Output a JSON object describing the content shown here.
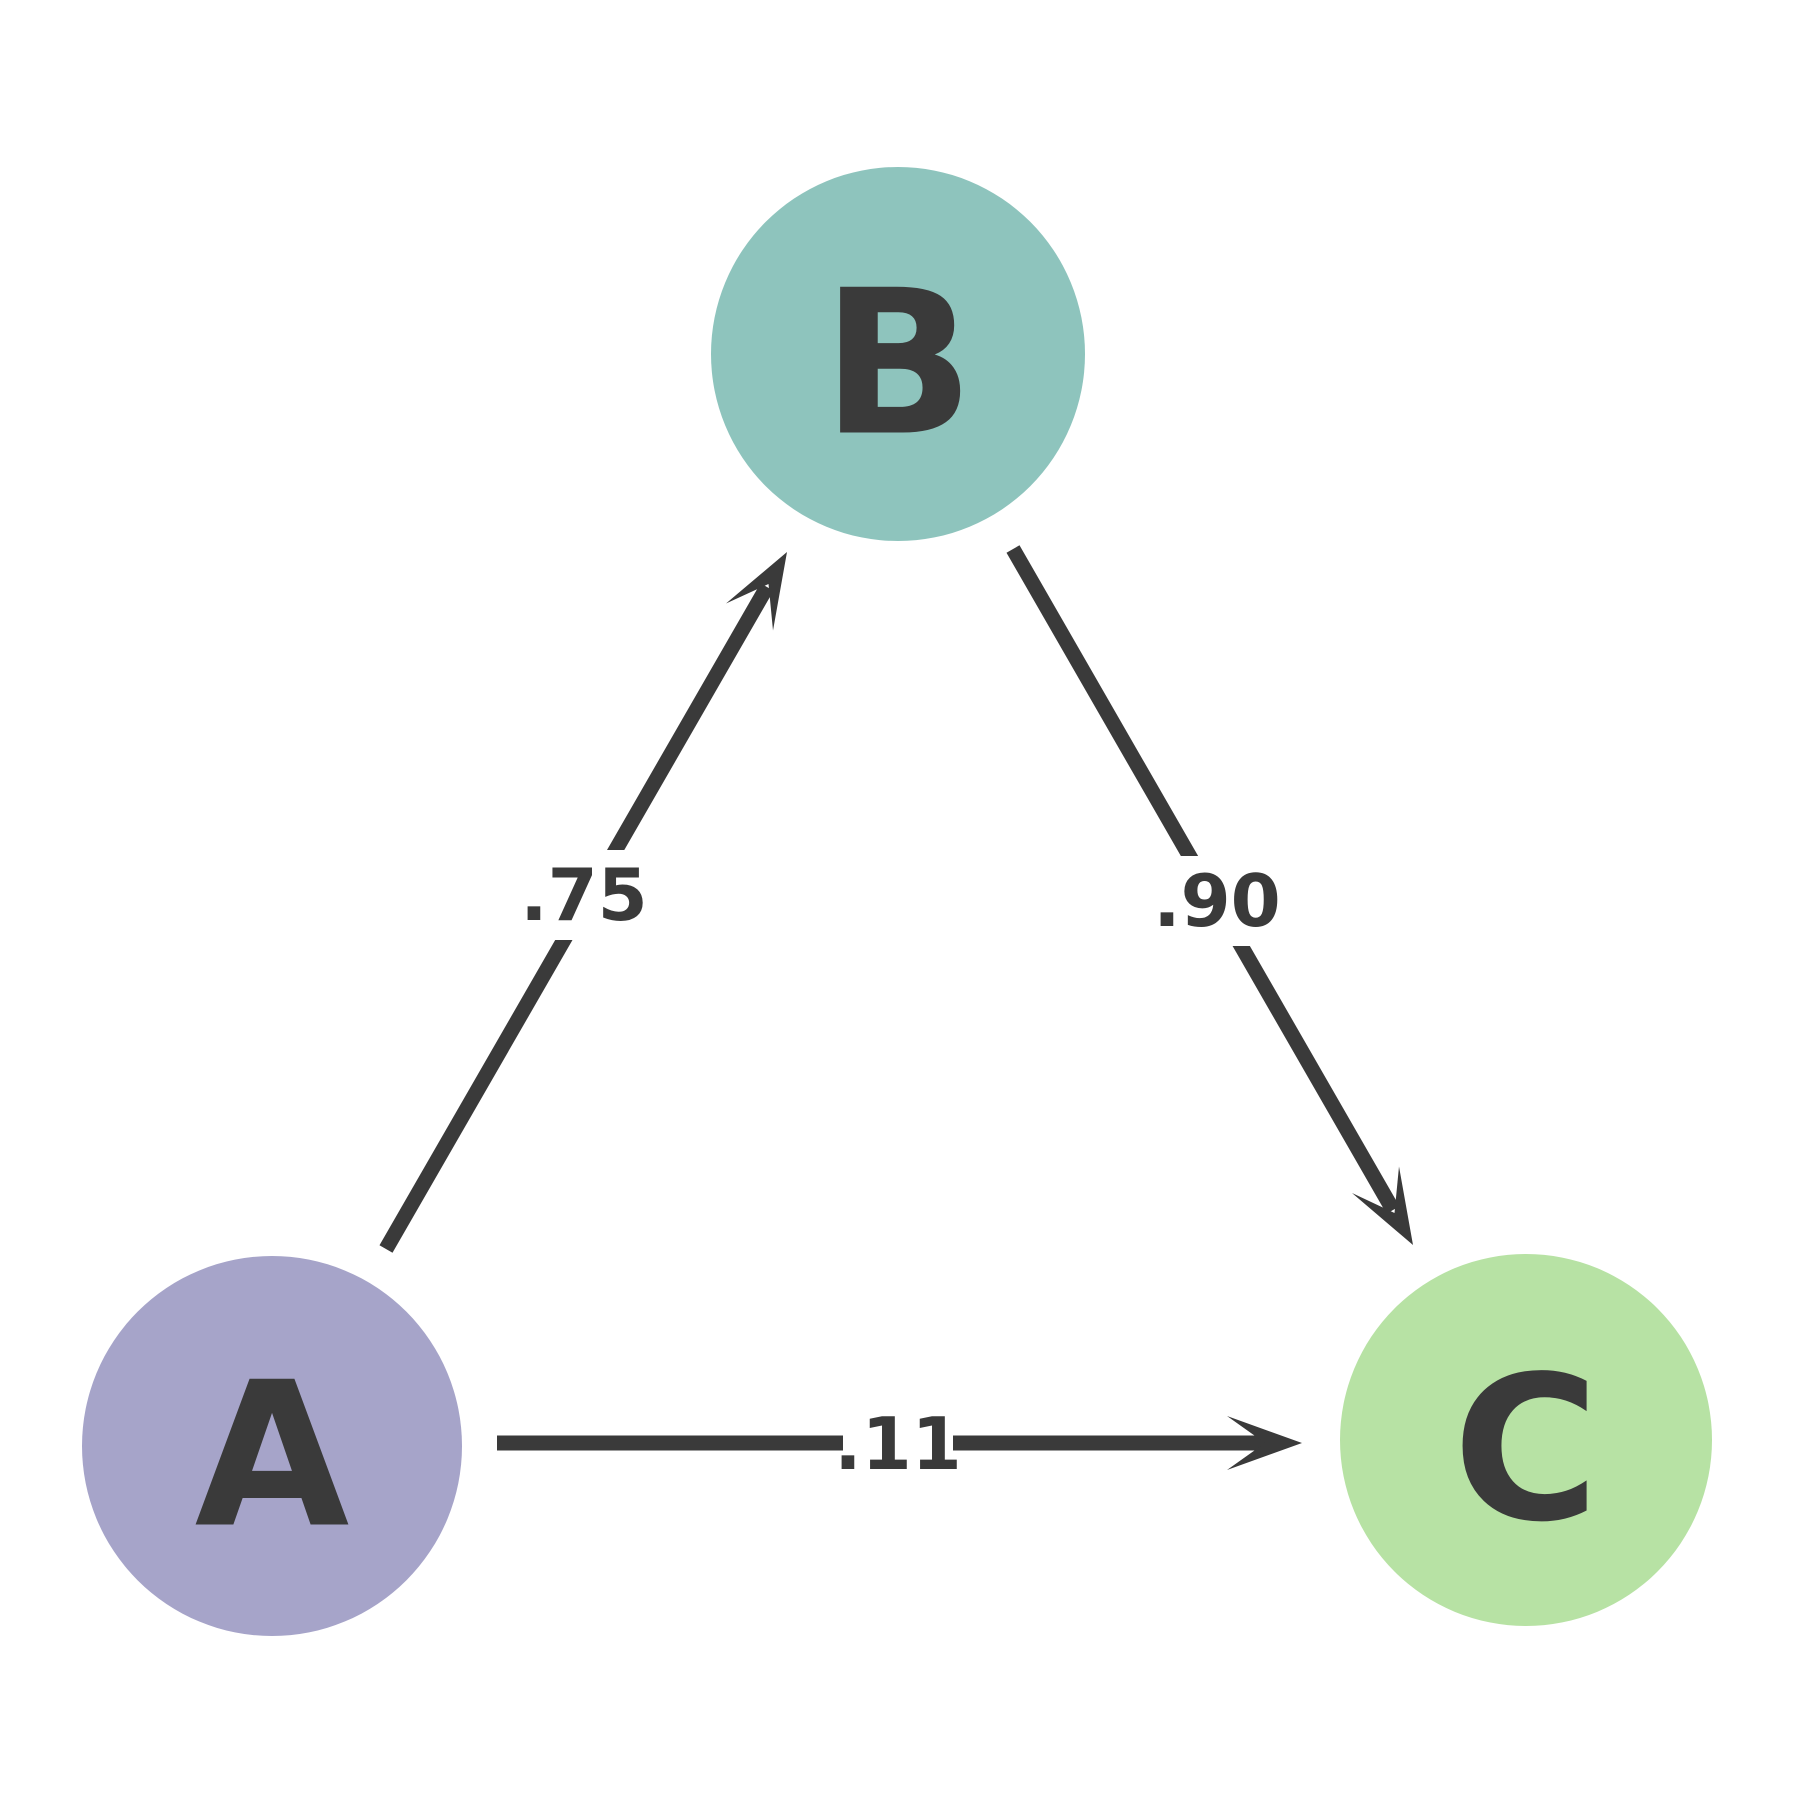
{
  "diagram": {
    "background_color": "#ffffff",
    "edge_color": "#3a3a3a",
    "label_color": "#3a3a3a",
    "nodes": [
      {
        "id": "A",
        "label": "A",
        "color": "#a6a4c9"
      },
      {
        "id": "B",
        "label": "B",
        "color": "#8ec4bd"
      },
      {
        "id": "C",
        "label": "C",
        "color": "#b7e2a4"
      }
    ],
    "edges": [
      {
        "from": "A",
        "to": "B",
        "weight": ".75"
      },
      {
        "from": "B",
        "to": "C",
        "weight": ".90"
      },
      {
        "from": "A",
        "to": "C",
        "weight": ".11"
      }
    ]
  }
}
